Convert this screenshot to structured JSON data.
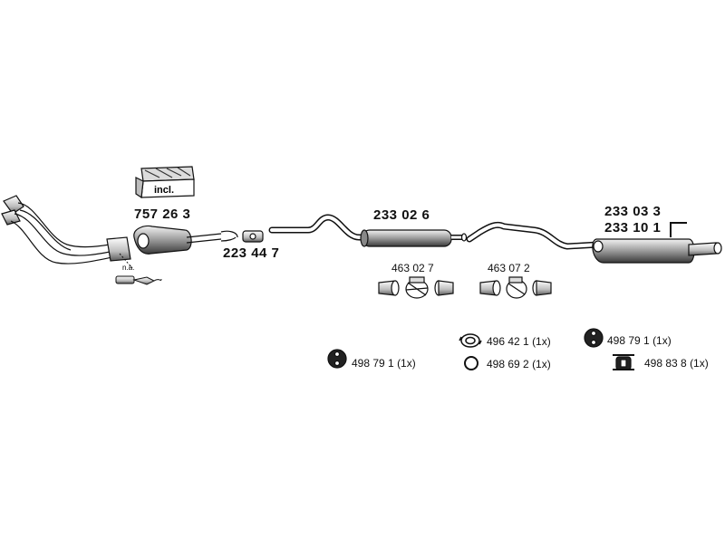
{
  "diagram": {
    "parts": {
      "catalytic_converter": {
        "number": "757 26 3",
        "kit_label": "incl."
      },
      "lambda_sensor": {
        "note": "n.a."
      },
      "gasket": {
        "number": "223 44 7"
      },
      "middle_silencer": {
        "number": "233 02 6"
      },
      "rear_silencer": {
        "numbers": [
          "233 03 3",
          "233 10 1"
        ]
      },
      "clamp_set_1": {
        "number": "463 02 7"
      },
      "clamp_set_2": {
        "number": "463 07 2"
      }
    },
    "hardware": [
      {
        "id": "rubber_left",
        "number": "498 79 1",
        "qty": "(1x)"
      },
      {
        "id": "gasket_ring",
        "number": "496 42 1",
        "qty": "(1x)"
      },
      {
        "id": "ring",
        "number": "498 69 2",
        "qty": "(1x)"
      },
      {
        "id": "rubber_right",
        "number": "498 79 1",
        "qty": "(1x)"
      },
      {
        "id": "bracket",
        "number": "498 83 8",
        "qty": "(1x)"
      }
    ],
    "colors": {
      "line": "#111111",
      "fill": "#ffffff",
      "shade": "#9a9a9a",
      "dark": "#333333"
    }
  }
}
